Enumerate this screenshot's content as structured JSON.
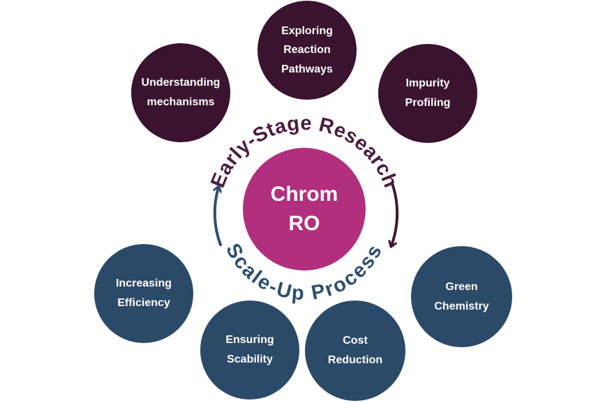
{
  "hub": {
    "lines": [
      "Chrom",
      "RO"
    ],
    "fill_color": "#b12f7d",
    "text_color": "#ffffff"
  },
  "arcs": {
    "top": {
      "label": "Early-Stage Research",
      "color": "#4a1c3d"
    },
    "bottom": {
      "label": "Scale-Up Process",
      "color": "#2d4e6f"
    }
  },
  "arrows": {
    "left": {
      "direction": "up",
      "color": "#2d4e6f"
    },
    "right": {
      "direction": "down",
      "color": "#44172f"
    }
  },
  "satellites": [
    {
      "group": "early-stage-research",
      "lines": [
        "Exploring",
        "Reaction",
        "Pathways"
      ]
    },
    {
      "group": "early-stage-research",
      "lines": [
        "Understanding",
        "mechanisms"
      ]
    },
    {
      "group": "early-stage-research",
      "lines": [
        "Impurity",
        "Profiling"
      ]
    },
    {
      "group": "scale-up-process",
      "lines": [
        "Increasing",
        "Efficiency"
      ]
    },
    {
      "group": "scale-up-process",
      "lines": [
        "Ensuring",
        "Scability"
      ]
    },
    {
      "group": "scale-up-process",
      "lines": [
        "Cost",
        "Reduction"
      ]
    },
    {
      "group": "scale-up-process",
      "lines": [
        "Green",
        "Chemistry"
      ]
    }
  ],
  "colors": {
    "research_circle": "#3a132e",
    "process_circle": "#2b4a68",
    "background": "#ffffff"
  }
}
